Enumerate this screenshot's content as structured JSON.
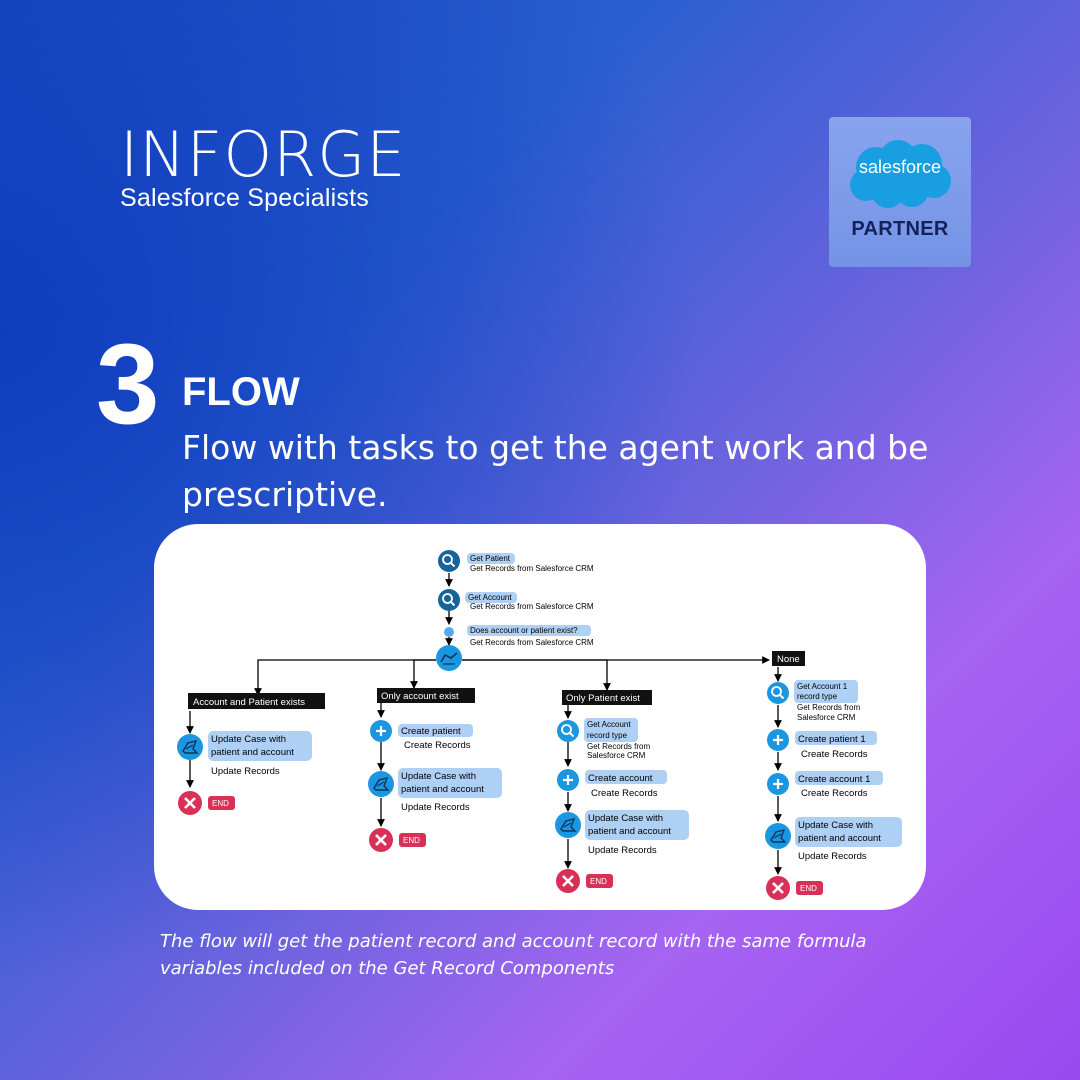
{
  "brand": {
    "logo_word": "INFORGE",
    "tagline": "Salesforce Specialists"
  },
  "partner_badge": {
    "cloud_text": "salesforce",
    "label": "PARTNER"
  },
  "step": {
    "number": "3",
    "title": "FLOW",
    "description": "Flow with tasks to get the agent work and be prescriptive."
  },
  "caption": "The flow will get the patient record and account record with the same formula variables included on the Get Record Components",
  "colors": {
    "node_blue": "#1b96e0",
    "node_dark": "#17639c",
    "end_red": "#d83057",
    "highlight": "#aed0f5"
  },
  "flow": {
    "get_patient": {
      "title": "Get Patient",
      "sub": "Get Records from Salesforce CRM"
    },
    "get_account": {
      "title": "Get Account",
      "sub": "Get Records from Salesforce CRM"
    },
    "decision": {
      "title": "Does account or patient exist?",
      "sub": "Get Records from Salesforce CRM"
    },
    "branches": {
      "b1": {
        "label": "Account and Patient exists",
        "update": {
          "title_1": "Update Case with",
          "title_2": "patient and account",
          "sub": "Update Records"
        },
        "end": "END"
      },
      "b2": {
        "label": "Only account exist",
        "create": {
          "title": "Create patient",
          "sub": "Create Records"
        },
        "update": {
          "title_1": "Update Case with",
          "title_2": "patient and account",
          "sub": "Update Records"
        },
        "end": "END"
      },
      "b3": {
        "label": "Only Patient exist",
        "get": {
          "title_1": "Get Account",
          "title_2": "record type",
          "sub_1": "Get Records from",
          "sub_2": "Salesforce CRM"
        },
        "create": {
          "title": "Create account",
          "sub": "Create Records"
        },
        "update": {
          "title_1": "Update Case with",
          "title_2": "patient and account",
          "sub": "Update Records"
        },
        "end": "END"
      },
      "b4": {
        "label": "None",
        "get": {
          "title_1": "Get Account 1",
          "title_2": "record type",
          "sub_1": "Get Records from",
          "sub_2": "Salesforce CRM"
        },
        "create_patient": {
          "title": "Create patient 1",
          "sub": "Create Records"
        },
        "create_account": {
          "title": "Create account 1",
          "sub": "Create Records"
        },
        "update": {
          "title_1": "Update Case with",
          "title_2": "patient and account",
          "sub": "Update Records"
        },
        "end": "END"
      }
    }
  }
}
